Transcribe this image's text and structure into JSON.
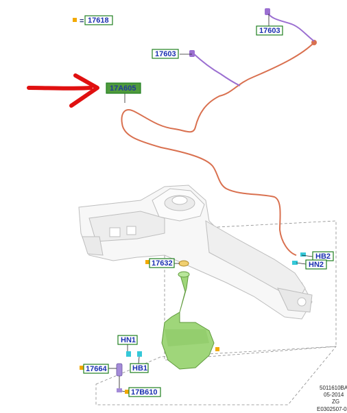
{
  "labels": {
    "l17618": "17618",
    "l17603a": "17603",
    "l17603b": "17603",
    "l17A605": "17A605",
    "lHB2": "HB2",
    "lHN2": "HN2",
    "l17632": "17632",
    "lHN1": "HN1",
    "lHB1": "HB1",
    "l17664": "17664",
    "l17B610": "17B610"
  },
  "prefix_17618": "=",
  "stamp": {
    "line1": "5011610BA",
    "line2": "05-2014",
    "line3": "ZG",
    "line4": "E0302507-0"
  },
  "colors": {
    "label_border": "#1e7f1e",
    "label_fill_highlight": "#4f9a3c",
    "label_text": "#1a2fb0",
    "marker": "#f2a900",
    "hose": "#d9704f",
    "nozzle": "#9b6fd1",
    "reservoir": "#9fd67a",
    "clip": "#35c8d8",
    "arrow": "#e01010",
    "frame": "#cfcfcf"
  }
}
